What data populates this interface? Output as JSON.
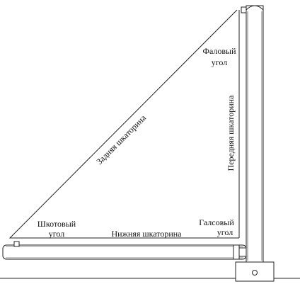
{
  "labels": {
    "head_corner_line1": "Фаловый",
    "head_corner_line2": "угол",
    "leech": "Задняя шкаторина",
    "luff": "Передняя шкаторина",
    "clew_corner_line1": "Шкотовый",
    "clew_corner_line2": "угол",
    "tack_corner_line1": "Галсовый",
    "tack_corner_line2": "угол",
    "foot": "Нижняя шкаторина"
  },
  "colors": {
    "line": "#222222",
    "fill": "#ffffff"
  }
}
